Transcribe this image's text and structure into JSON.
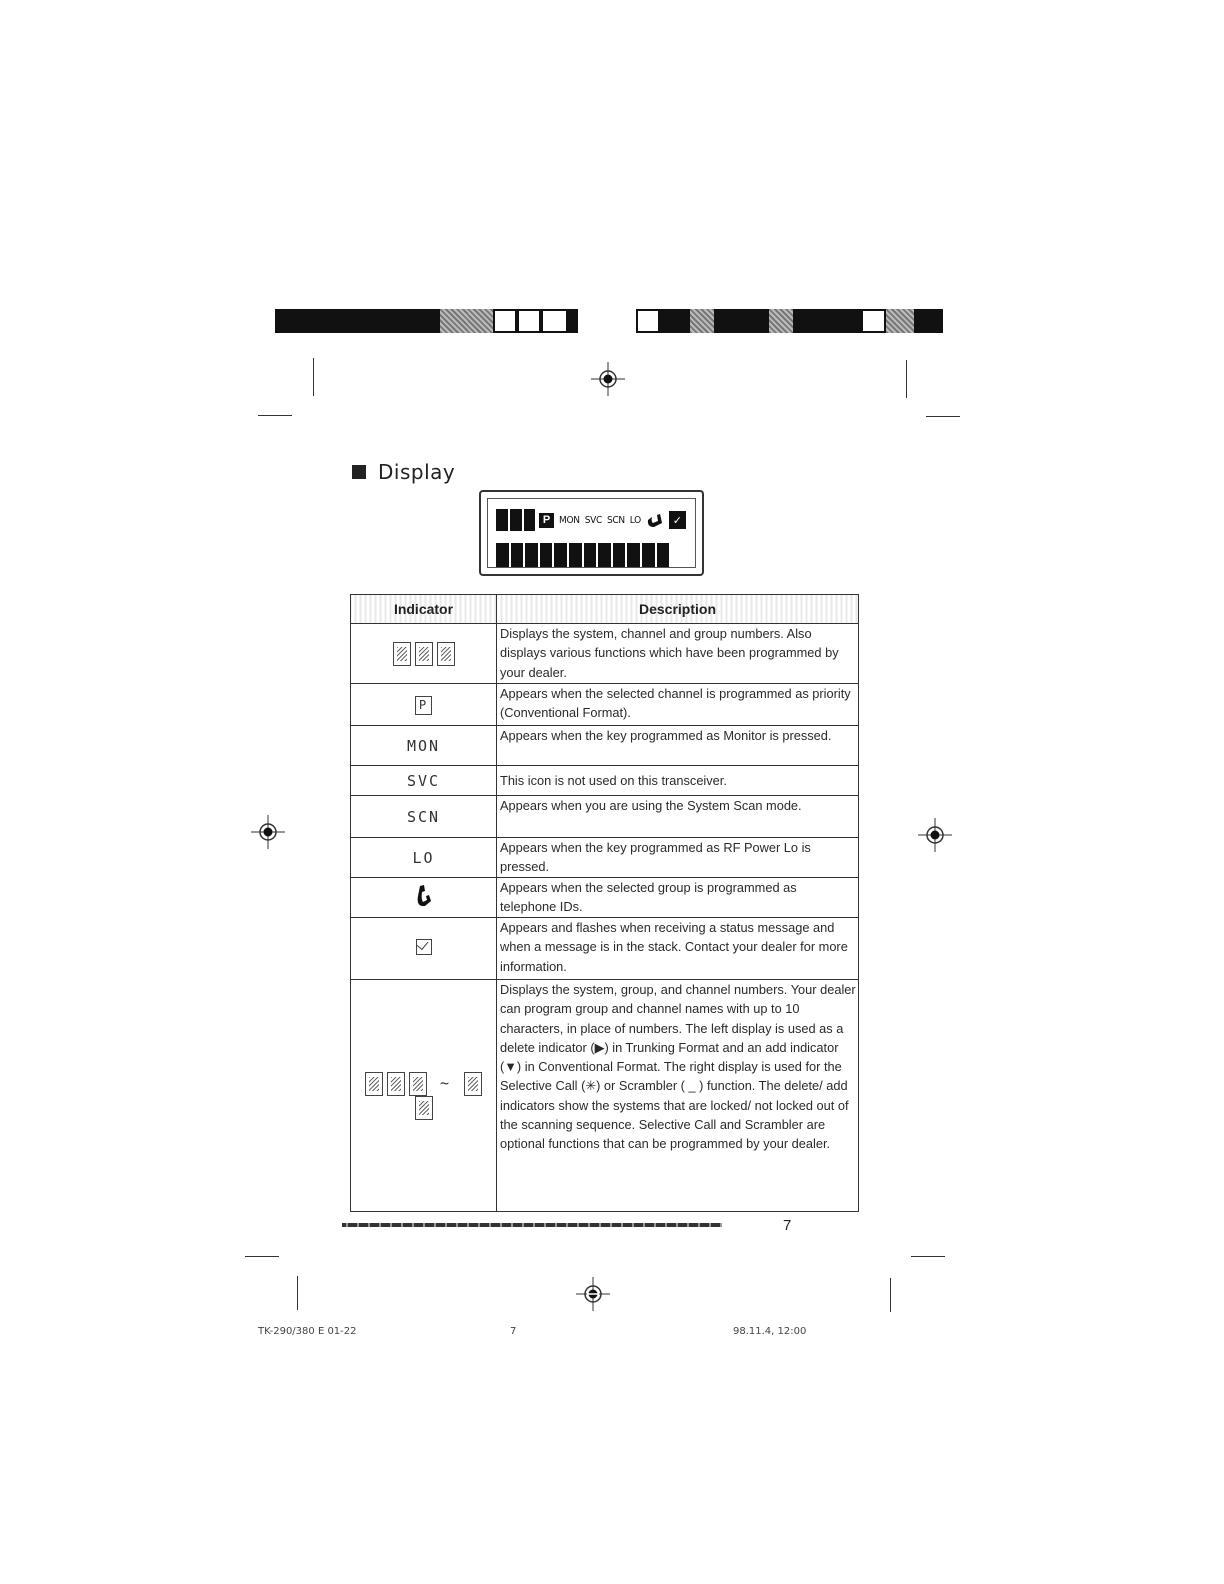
{
  "section": {
    "title": "Display"
  },
  "lcd": {
    "labels": [
      "MON",
      "SVC",
      "SCN",
      "LO"
    ],
    "priority_icon": "P"
  },
  "table": {
    "headers": {
      "indicator": "Indicator",
      "description": "Description"
    },
    "rows": [
      {
        "icon": "segment-digits-icon",
        "indicator": "",
        "description": "Displays the system, channel and group numbers. Also displays various functions which have been programmed by your dealer."
      },
      {
        "icon": "priority-p-icon",
        "indicator": "P",
        "description": "Appears when the selected channel is programmed as priority (Conventional Format)."
      },
      {
        "icon": "",
        "indicator": "MON",
        "description": "Appears when the key programmed as Monitor is pressed."
      },
      {
        "icon": "",
        "indicator": "SVC",
        "description": "This icon is not used on this transceiver."
      },
      {
        "icon": "",
        "indicator": "SCN",
        "description": "Appears when you are using the System Scan mode."
      },
      {
        "icon": "",
        "indicator": "LO",
        "description": "Appears when the key programmed as RF Power Lo is pressed."
      },
      {
        "icon": "telephone-handset-icon",
        "indicator": "",
        "description": "Appears when the selected group is programmed as telephone IDs."
      },
      {
        "icon": "message-envelope-icon",
        "indicator": "",
        "description": "Appears and flashes when receiving a status message and when a message is in the stack. Contact your dealer for more information."
      },
      {
        "icon": "alphanumeric-segments-icon",
        "indicator": "~",
        "description": "Displays the system, group, and channel numbers. Your dealer can program group and channel names with up to 10 characters, in place of numbers. The left display is used as a delete indicator (▶) in Trunking Format and an add indicator (▼) in Conventional Format. The right display is used for the Selective Call (✳) or Scrambler ( _ ) function. The delete/ add indicators show the systems that are locked/ not locked out of the scanning sequence. Selective Call and Scrambler are optional functions that can be programmed by your dealer."
      }
    ]
  },
  "page_number": "7",
  "footer": {
    "left": "TK-290/380 E 01-22",
    "center": "7",
    "right": "98.11.4, 12:00"
  }
}
